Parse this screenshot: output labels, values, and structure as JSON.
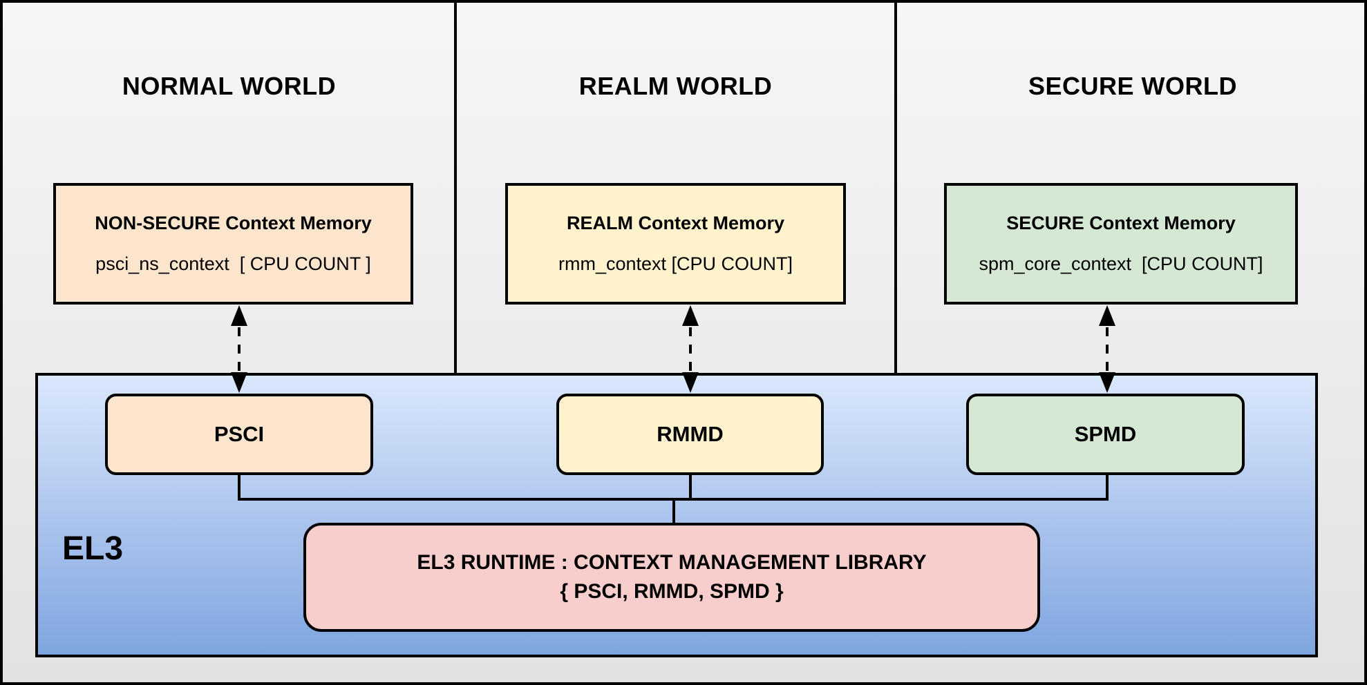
{
  "diagram": {
    "worlds": [
      {
        "title": "NORMAL WORLD",
        "memory": {
          "title": "NON-SECURE Context Memory",
          "value": "psci_ns_context  [ CPU COUNT ]"
        }
      },
      {
        "title": "REALM WORLD",
        "memory": {
          "title": "REALM Context Memory",
          "value": "rmm_context [CPU COUNT]"
        }
      },
      {
        "title": "SECURE WORLD",
        "memory": {
          "title": "SECURE Context Memory",
          "value": "spm_core_context  [CPU COUNT]"
        }
      }
    ],
    "el3": {
      "label": "EL3",
      "dispatchers": [
        {
          "label": "PSCI"
        },
        {
          "label": "RMMD"
        },
        {
          "label": "SPMD"
        }
      ],
      "runtime": {
        "line1": "EL3 RUNTIME : CONTEXT MANAGEMENT LIBRARY",
        "line2": "{ PSCI, RMMD, SPMD }"
      }
    },
    "colors": {
      "normal_fill": "#FCE5CD",
      "realm_fill": "#FFF2CC",
      "secure_fill": "#D5E8D4",
      "runtime_fill": "#F8CECC",
      "el3_gradient_top": "#DAE8FC",
      "el3_gradient_bottom": "#7EA6E0",
      "background": "#EDEDED",
      "stroke": "#000000"
    }
  }
}
